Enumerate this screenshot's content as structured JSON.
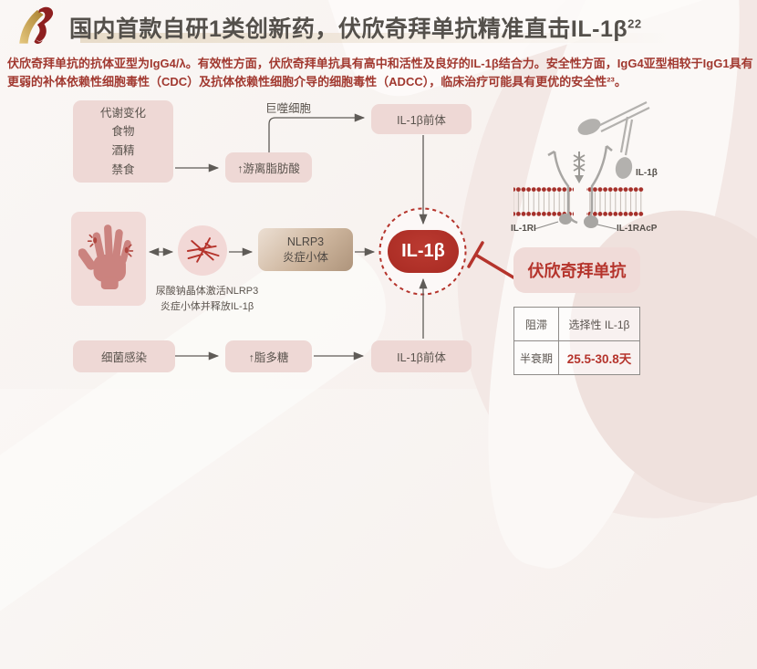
{
  "slide": {
    "title": "国内首款自研1类创新药，伏欣奇拜单抗精准直击IL-1β",
    "title_sup": "22",
    "intro": "伏欣奇拜单抗的抗体亚型为IgG4/λ。有效性方面，伏欣奇拜单抗具有高中和活性及良好的IL-1β结合力。安全性方面，IgG4亚型相较于IgG1具有更弱的补体依赖性细胞毒性（CDC）及抗体依赖性细胞介导的细胞毒性（ADCC），临床治疗可能具有更优的安全性²³。"
  },
  "pathway": {
    "metabolic": {
      "l1": "代谢变化",
      "l2": "食物",
      "l3": "酒精",
      "l4": "禁食"
    },
    "ffa": "↑游离脂肪酸",
    "macrophage": "巨噬细胞",
    "precursor_top": "IL-1β前体",
    "nlrp3_l1": "NLRP3",
    "nlrp3_l2": "炎症小体",
    "urate_l1": "尿酸钠晶体激活NLRP3",
    "urate_l2": "炎症小体并释放IL-1β",
    "bacteria": "细菌感染",
    "lps": "↑脂多糖",
    "precursor_bottom": "IL-1β前体",
    "central": "IL-1β"
  },
  "receptor": {
    "il1b": "IL-1β",
    "il1ri": "IL-1RI",
    "il1racp": "IL-1RAcP"
  },
  "drug": {
    "name": "伏欣奇拜单抗",
    "table": [
      {
        "label": "阻滞",
        "value": "选择性 IL-1β"
      },
      {
        "label": "半衰期",
        "value": "25.5-30.8天"
      }
    ]
  },
  "colors": {
    "accent_red": "#b5342c",
    "box_pink": "#eed8d5",
    "nlrp3_tan": "#b49a81",
    "title_gray": "#54504b",
    "intro_red": "#a1382f"
  }
}
